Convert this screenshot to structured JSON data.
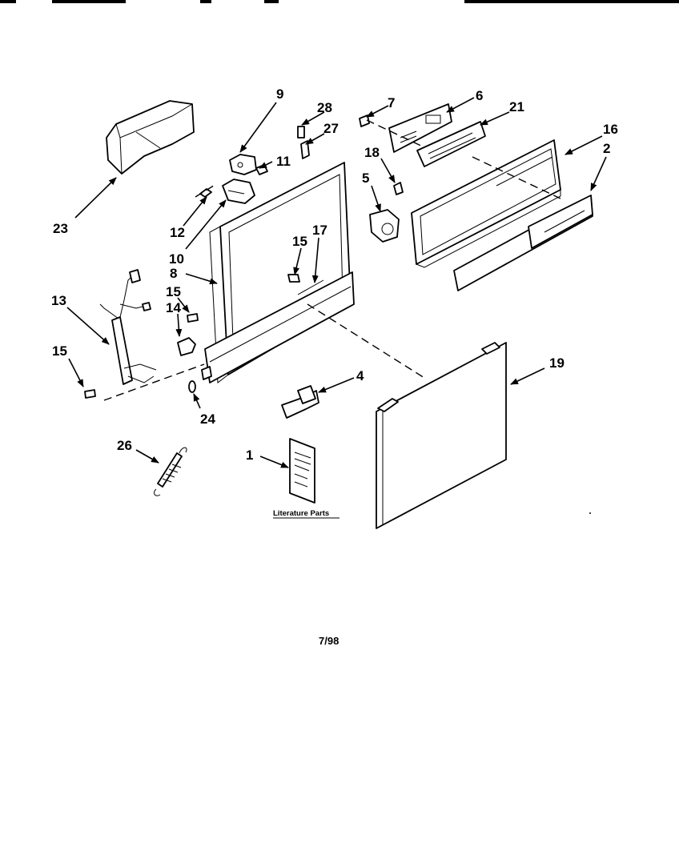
{
  "labels": {
    "n1": "1",
    "n2": "2",
    "n4": "4",
    "n5": "5",
    "n6": "6",
    "n7": "7",
    "n8": "8",
    "n9": "9",
    "n10": "10",
    "n11": "11",
    "n12": "12",
    "n13": "13",
    "n14": "14",
    "n15a": "15",
    "n15b": "15",
    "n15c": "15",
    "n16": "16",
    "n17": "17",
    "n18": "18",
    "n19": "19",
    "n21": "21",
    "n23": "23",
    "n24": "24",
    "n26": "26",
    "n27": "27",
    "n28": "28"
  },
  "literature_caption": "Literature Parts",
  "date_code": "7/98"
}
